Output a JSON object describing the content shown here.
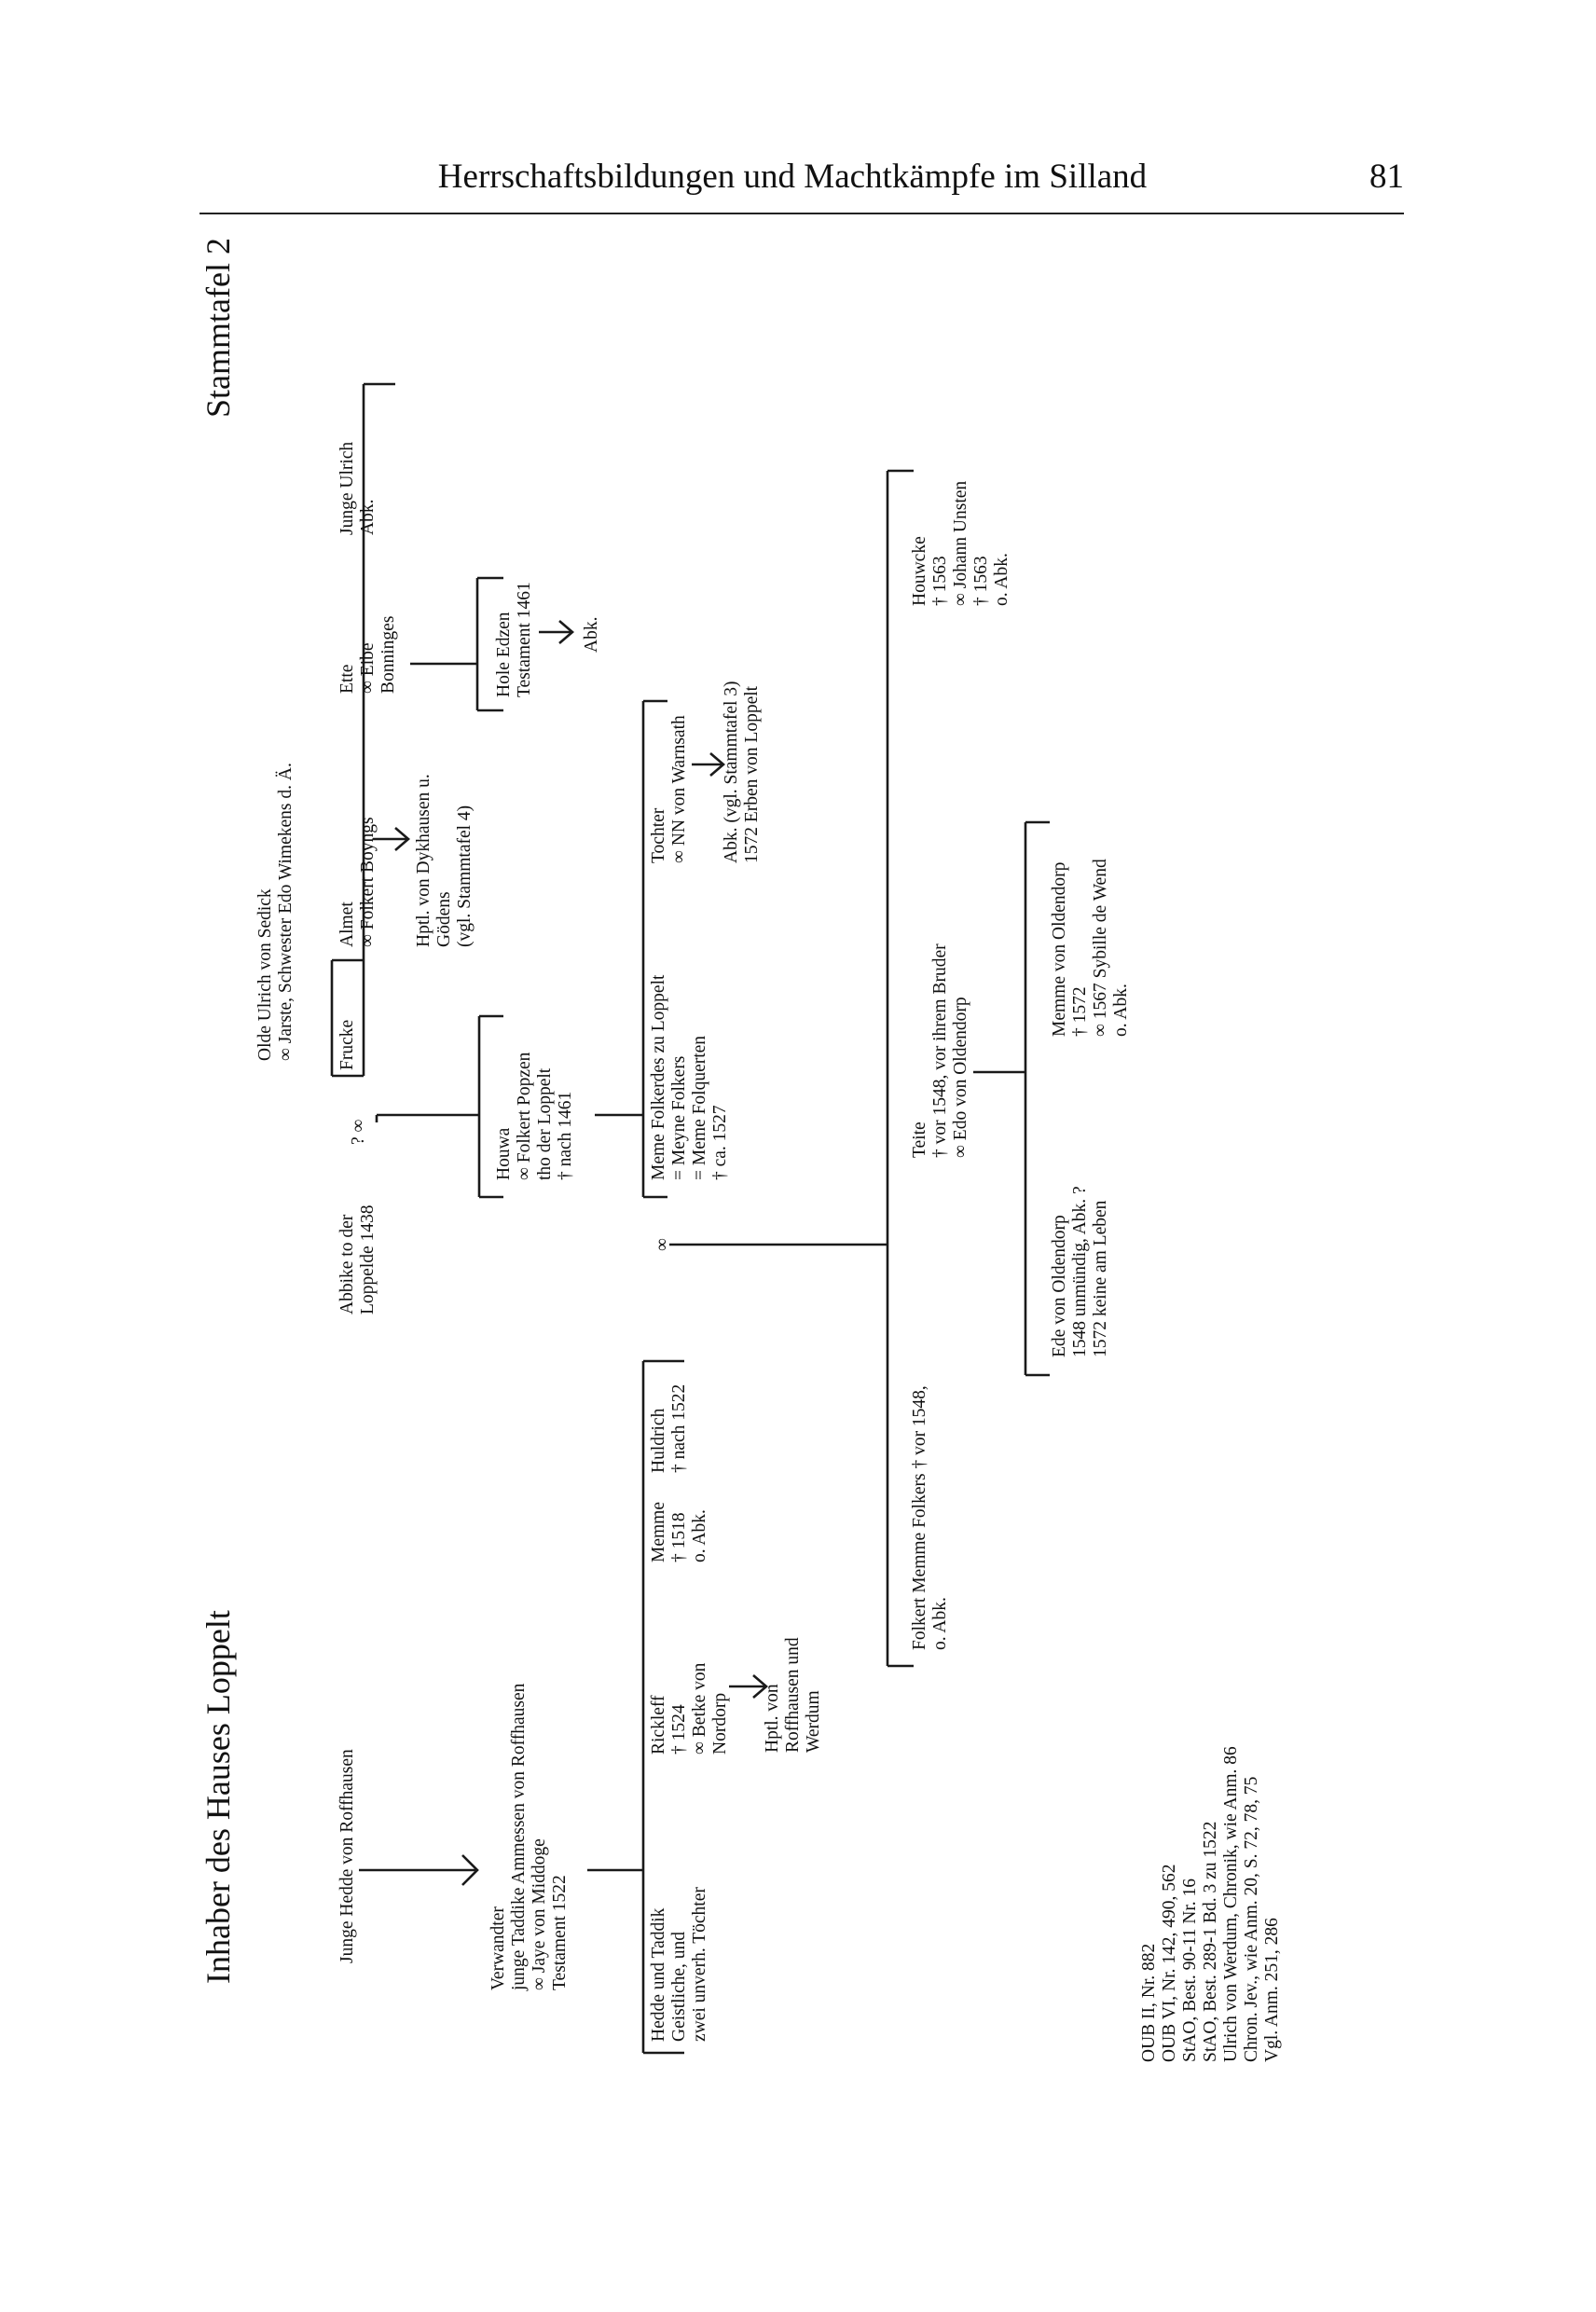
{
  "header": {
    "running_title": "Herrschaftsbildungen und Machtkämpfe im Silland",
    "page_number": "81"
  },
  "figure": {
    "title_left": "Inhaber des Hauses Loppelt",
    "title_right": "Stammtafel 2",
    "left_branch": {
      "junge_hedde": [
        "Junge Hedde von Roffhausen"
      ],
      "verwandter": [
        "Verwandter",
        "junge Taddike Ammessen von Roffhausen",
        "∞ Jaye von Middoge",
        "Testament 1522"
      ],
      "hedde_taddik": [
        "Hedde und Taddik",
        "Geistliche, und",
        "zwei unverh. Töchter"
      ],
      "rickleff": [
        "Rickleff",
        "† 1524",
        "∞ Betke von",
        "Nordorp"
      ],
      "hptl_roffhausen": [
        "Hptl. von",
        "Roffhausen und",
        "Werdum"
      ],
      "memme": [
        "Memme",
        "† 1518",
        "o. Abk."
      ],
      "huldrich": [
        "Huldrich",
        "† nach 1522"
      ]
    },
    "abbike": [
      "Abbike to der",
      "Loppelde 1438"
    ],
    "olde_ulrich": [
      "Olde Ulrich von Sedick",
      "∞ Jarste, Schwester Edo Wimekens d. Ä."
    ],
    "marriage_mark": "? ∞",
    "frucke": "Frucke",
    "almet": [
      "Almet",
      "∞ Folkert Boyngs"
    ],
    "hptl_dykhausen": [
      "Hptl. von Dykhausen u.",
      "Gödens",
      "(vgl. Stammtafel 4)"
    ],
    "ette": [
      "Ette",
      "∞ Eibe",
      "Bonninges"
    ],
    "hole_edzen": [
      "Hole Edzen",
      "Testament 1461"
    ],
    "abk_short": "Abk.",
    "junge_ulrich": [
      "Junge Ulrich",
      "Abk."
    ],
    "houwa": [
      "Houwa",
      "∞ Folkert Popzen",
      "tho der Loppelt",
      "† nach 1461"
    ],
    "meme_folkerdes": [
      "Meme Folkerdes zu Loppelt",
      "= Meyne Folkers",
      "= Meme Folquerten",
      "† ca. 1527"
    ],
    "tochter": [
      "Tochter",
      "∞ NN von Warnsath"
    ],
    "tochter_abk": [
      "Abk. (vgl. Stammtafel 3)",
      "1572 Erben von Loppelt"
    ],
    "folkert_memme": [
      "Folkert Memme Folkers † vor 1548,",
      "o. Abk."
    ],
    "teite": [
      "Teite",
      "† vor 1548, vor ihrem Bruder",
      "∞ Edo von Oldendorp"
    ],
    "houwcke": [
      "Houwcke",
      "† 1563",
      "∞ Johann Unsten",
      "† 1563",
      "o. Abk."
    ],
    "ede": [
      "Ede von Oldendorp",
      "1548 unmündig, Abk. ?",
      "1572 keine am Leben"
    ],
    "memme_oldendorp": [
      "Memme von Oldendorp",
      "† 1572",
      "∞ 1567 Sybille de Wend",
      "o. Abk."
    ],
    "sources": [
      "OUB II, Nr. 882",
      "OUB VI, Nr. 142, 490, 562",
      "StAO, Best. 90-11 Nr. 16",
      "StAO, Best. 289-1 Bd. 3 zu 1522",
      "Ulrich von Werdum, Chronik, wie Anm. 86",
      "Chron. Jev., wie Anm. 20, S. 72, 78, 75",
      "Vgl. Anm. 251, 286"
    ]
  }
}
